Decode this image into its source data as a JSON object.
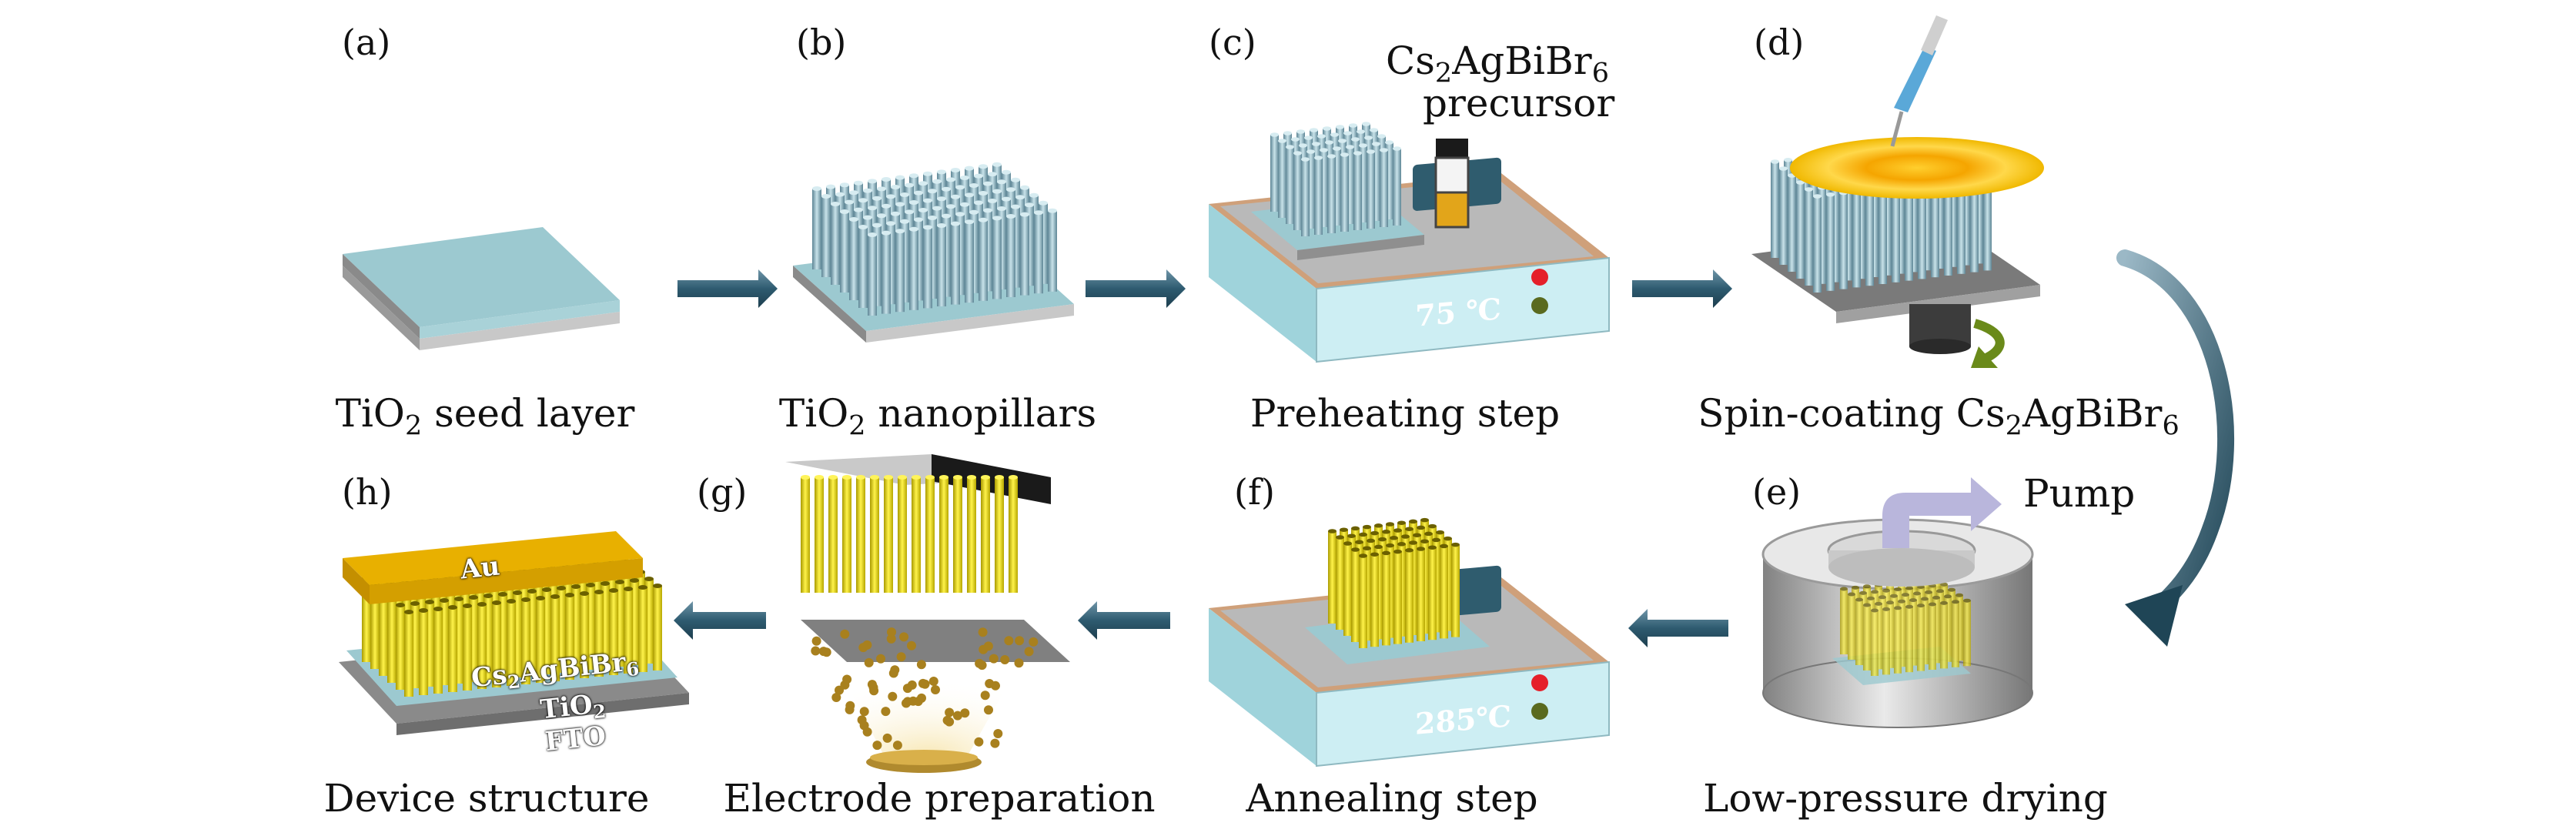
{
  "panels": {
    "a": {
      "letter": "(a)",
      "caption": "seed layer",
      "formula": "TiO",
      "formula_sub": "2"
    },
    "b": {
      "letter": "(b)",
      "caption": "nanopillars",
      "formula": "TiO",
      "formula_sub": "2"
    },
    "c": {
      "letter": "(c)",
      "caption": "Preheating step",
      "temperature": "75 ℃",
      "precursor_formula": [
        "Cs",
        "2",
        "AgBiBr",
        "6"
      ],
      "precursor_word": "precursor"
    },
    "d": {
      "letter": "(d)",
      "caption_prefix": "Spin-coating ",
      "caption_formula": [
        "Cs",
        "2",
        "AgBiBr",
        "6"
      ]
    },
    "e": {
      "letter": "(e)",
      "caption": "Low-pressure drying",
      "pump_label": "Pump"
    },
    "f": {
      "letter": "(f)",
      "caption": "Annealing step",
      "temperature": "285℃"
    },
    "g": {
      "letter": "(g)",
      "caption": "Electrode preparation"
    },
    "h": {
      "letter": "(h)",
      "caption": "Device structure",
      "layers": {
        "au": "Au",
        "perovskite": [
          "Cs",
          "2",
          "AgBiBr",
          "6"
        ],
        "tio2": [
          "TiO",
          "2"
        ],
        "fto": "FTO"
      }
    }
  },
  "colors": {
    "arrow": "#2e5b70",
    "tio2": "#9cc9d0",
    "substrate": "#b5b5b5",
    "perovskite": "#f2e21a",
    "gold": "#d9a400",
    "hotplate_top": "#cfa07a",
    "hotplate_body": "#cdeef3",
    "display": "#2f5c6e"
  }
}
